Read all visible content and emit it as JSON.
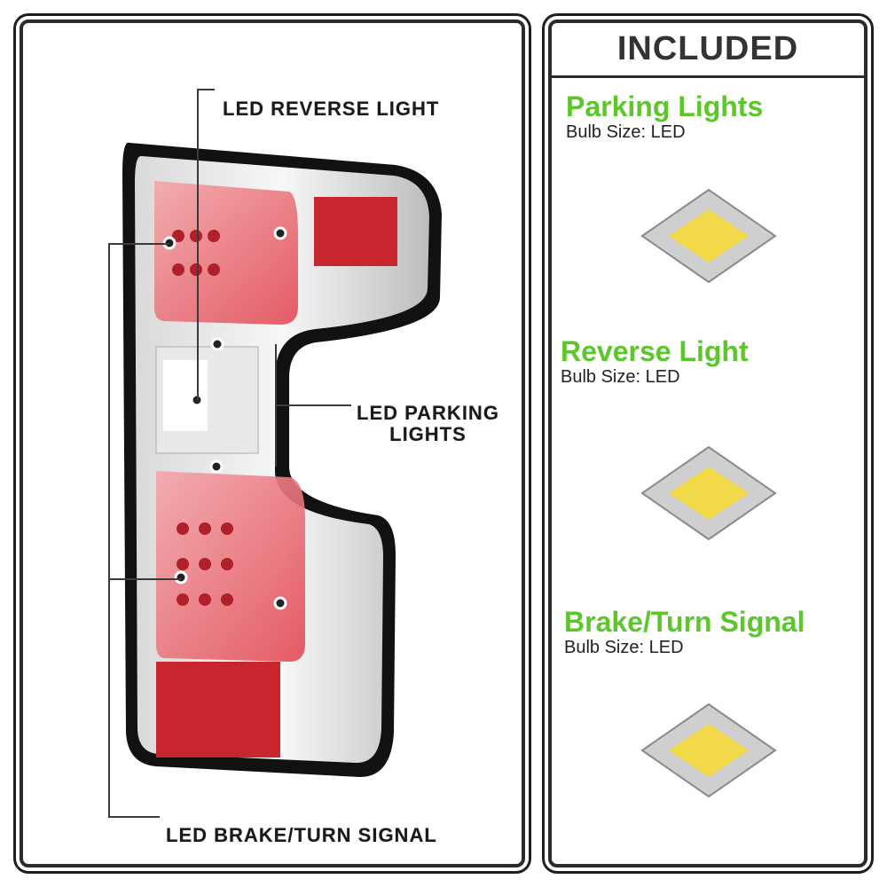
{
  "callouts": {
    "reverse": "LED REVERSE LIGHT",
    "parking_line1": "LED PARKING",
    "parking_line2": "LIGHTS",
    "brake": "LED BRAKE/TURN SIGNAL"
  },
  "included": {
    "heading": "INCLUDED",
    "items": [
      {
        "title": "Parking Lights",
        "bulb": "Bulb Size: LED"
      },
      {
        "title": "Reverse Light",
        "bulb": "Bulb Size: LED"
      },
      {
        "title": "Brake/Turn Signal",
        "bulb": "Bulb Size: LED"
      }
    ]
  },
  "colors": {
    "accent_green": "#5cc72b",
    "chip_yellow": "#f2d94a",
    "lens_red": "#e8555f"
  },
  "icons": [
    "led-chip-icon",
    "tail-light-image"
  ]
}
